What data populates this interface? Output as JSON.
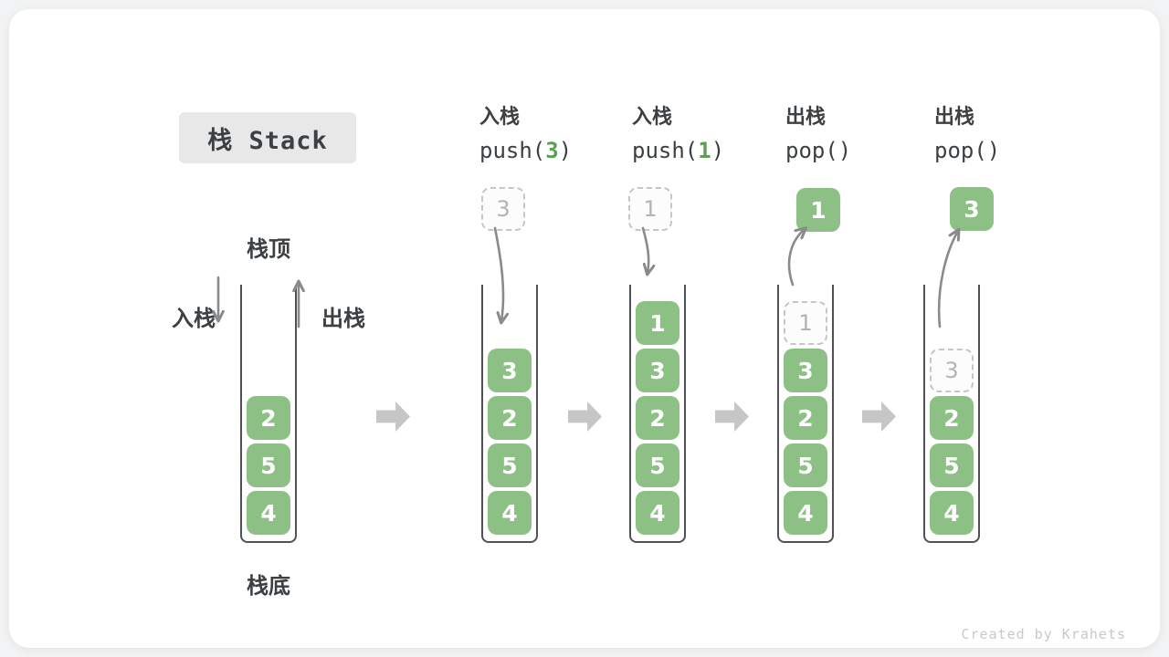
{
  "title": "栈 Stack",
  "legend": {
    "stack_top": "栈顶",
    "stack_bottom": "栈底",
    "push": "入栈",
    "pop": "出栈"
  },
  "operations": [
    {
      "name": "入栈",
      "code_prefix": "push(",
      "code_arg": "3",
      "code_suffix": ")"
    },
    {
      "name": "入栈",
      "code_prefix": "push(",
      "code_arg": "1",
      "code_suffix": ")"
    },
    {
      "name": "出栈",
      "code_prefix": "pop(",
      "code_arg": "",
      "code_suffix": ")"
    },
    {
      "name": "出栈",
      "code_prefix": "pop(",
      "code_arg": "",
      "code_suffix": ")"
    }
  ],
  "stacks": [
    {
      "floating": null,
      "cells": [
        {
          "value": "2"
        },
        {
          "value": "5"
        },
        {
          "value": "4"
        }
      ]
    },
    {
      "floating": {
        "value": "3",
        "ghost": true
      },
      "cells": [
        {
          "value": "3"
        },
        {
          "value": "2"
        },
        {
          "value": "5"
        },
        {
          "value": "4"
        }
      ]
    },
    {
      "floating": {
        "value": "1",
        "ghost": true
      },
      "cells": [
        {
          "value": "1"
        },
        {
          "value": "3"
        },
        {
          "value": "2"
        },
        {
          "value": "5"
        },
        {
          "value": "4"
        }
      ]
    },
    {
      "floating": {
        "value": "1",
        "ghost": false
      },
      "cells": [
        {
          "value": "1",
          "ghost": true
        },
        {
          "value": "3"
        },
        {
          "value": "2"
        },
        {
          "value": "5"
        },
        {
          "value": "4"
        }
      ]
    },
    {
      "floating": {
        "value": "3",
        "ghost": false
      },
      "cells": [
        {
          "value": "3",
          "ghost": true
        },
        {
          "value": "2"
        },
        {
          "value": "5"
        },
        {
          "value": "4"
        }
      ]
    }
  ],
  "watermark": "Created by Krahets",
  "colors": {
    "cell_green": "#8cc084",
    "code_arg_green": "#5aa050",
    "curve_arrow_gray": "#8a8a8a",
    "step_arrow_gray": "#c6c6c6",
    "ghost_gray": "#c6c6c6",
    "text_dark": "#3c4043"
  }
}
